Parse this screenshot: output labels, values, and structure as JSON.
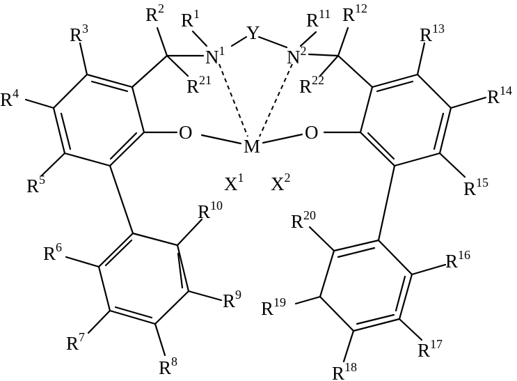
{
  "atoms": {
    "n1": {
      "sym": "N",
      "num": "1"
    },
    "n2": {
      "sym": "N",
      "num": "2"
    },
    "y": {
      "sym": "Y",
      "num": ""
    },
    "m": {
      "sym": "M",
      "num": ""
    },
    "o_left": {
      "sym": "O",
      "num": ""
    },
    "o_right": {
      "sym": "O",
      "num": ""
    },
    "x1": {
      "sym": "X",
      "num": "1"
    },
    "x2": {
      "sym": "X",
      "num": "2"
    }
  },
  "substituents": {
    "r1": {
      "sym": "R",
      "num": "1"
    },
    "r2": {
      "sym": "R",
      "num": "2"
    },
    "r3": {
      "sym": "R",
      "num": "3"
    },
    "r4": {
      "sym": "R",
      "num": "4"
    },
    "r5": {
      "sym": "R",
      "num": "5"
    },
    "r6": {
      "sym": "R",
      "num": "6"
    },
    "r7": {
      "sym": "R",
      "num": "7"
    },
    "r8": {
      "sym": "R",
      "num": "8"
    },
    "r9": {
      "sym": "R",
      "num": "9"
    },
    "r10": {
      "sym": "R",
      "num": "10"
    },
    "r11": {
      "sym": "R",
      "num": "11"
    },
    "r12": {
      "sym": "R",
      "num": "12"
    },
    "r13": {
      "sym": "R",
      "num": "13"
    },
    "r14": {
      "sym": "R",
      "num": "14"
    },
    "r15": {
      "sym": "R",
      "num": "15"
    },
    "r16": {
      "sym": "R",
      "num": "16"
    },
    "r17": {
      "sym": "R",
      "num": "17"
    },
    "r18": {
      "sym": "R",
      "num": "18"
    },
    "r19": {
      "sym": "R",
      "num": "19"
    },
    "r20": {
      "sym": "R",
      "num": "20"
    },
    "r21": {
      "sym": "R",
      "num": "21"
    },
    "r22": {
      "sym": "R",
      "num": "22"
    }
  }
}
